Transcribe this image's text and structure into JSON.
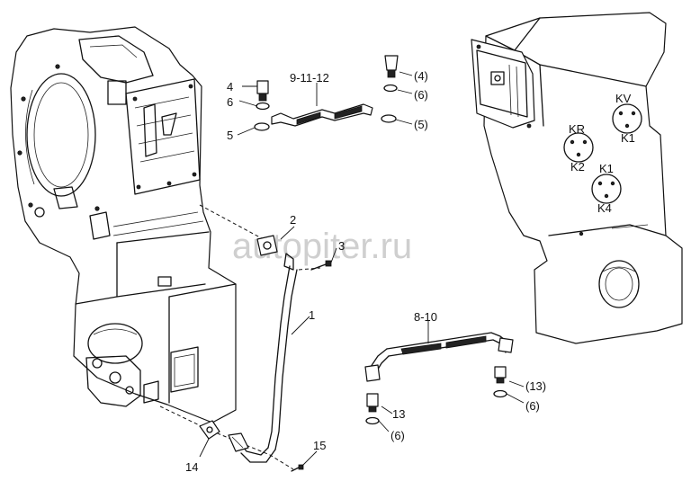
{
  "watermark": "autopiter.ru",
  "labels": {
    "p4": "4",
    "p6": "6",
    "p5": "5",
    "hose_upper": "9-11-12",
    "p4_ref": "(4)",
    "p6_ref": "(6)",
    "p5_ref": "(5)",
    "p2": "2",
    "p3": "3",
    "p1": "1",
    "hose_lower": "8-10",
    "p13_ref": "(13)",
    "p6_ref2": "(6)",
    "p13": "13",
    "p6_ref3": "(6)",
    "p14": "14",
    "p15": "15"
  },
  "port_marks": {
    "kr": "KR",
    "kv": "KV",
    "k1": "K1",
    "k2": "K2",
    "k1b": "K1",
    "k4": "K4"
  }
}
